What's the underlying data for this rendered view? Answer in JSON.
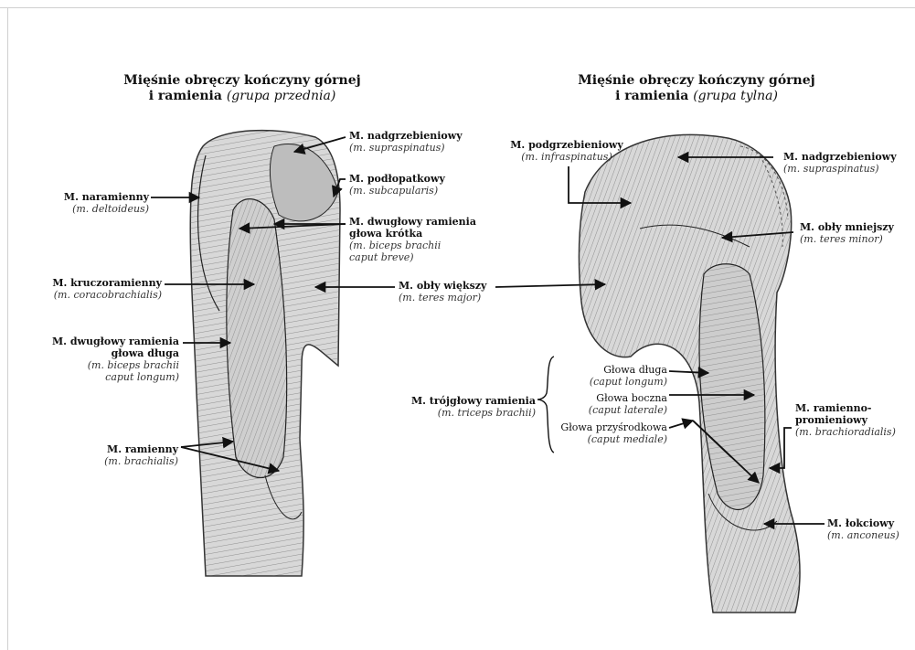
{
  "anterior": {
    "title_line1": "Mięśnie obręczy kończyny górnej",
    "title_line2": "i ramienia",
    "title_sub": "(grupa przednia)",
    "labels": {
      "supraspinatus": {
        "pl": "M. nadgrzebieniowy",
        "la": "(m. supraspinatus)"
      },
      "subscapularis": {
        "pl": "M. podłopatkowy",
        "la": "(m. subcapularis)"
      },
      "biceps_short": {
        "pl1": "M. dwugłowy ramienia",
        "pl2": "głowa krótka",
        "la1": "(m. biceps brachii",
        "la2": "caput breve)"
      },
      "deltoid": {
        "pl": "M. naramienny",
        "la": "(m. deltoideus)"
      },
      "coracobrachialis": {
        "pl": "M. kruczoramienny",
        "la": "(m. coracobrachialis)"
      },
      "teres_major": {
        "pl": "M. obły większy",
        "la": "(m. teres major)"
      },
      "biceps_long": {
        "pl1": "M. dwugłowy ramienia",
        "pl2": "głowa długa",
        "la1": "(m. biceps brachii",
        "la2": "caput longum)"
      },
      "brachialis": {
        "pl": "M. ramienny",
        "la": "(m. brachialis)"
      }
    }
  },
  "posterior": {
    "title_line1": "Mięśnie obręczy kończyny górnej",
    "title_line2": "i ramienia",
    "title_sub": "(grupa tylna)",
    "labels": {
      "infraspinatus": {
        "pl": "M. podgrzebieniowy",
        "la": "(m. infraspinatus)"
      },
      "supraspinatus": {
        "pl": "M. nadgrzebieniowy",
        "la": "(m. supraspinatus)"
      },
      "teres_minor": {
        "pl": "M. obły mniejszy",
        "la": "(m. teres minor)"
      },
      "triceps": {
        "pl": "M. trójgłowy ramienia",
        "la": "(m. triceps brachii)"
      },
      "head_long": {
        "pl": "Głowa długa",
        "la": "(caput longum)"
      },
      "head_lateral": {
        "pl": "Głowa boczna",
        "la": "(caput laterale)"
      },
      "head_medial": {
        "pl": "Głowa przyśrodkowa",
        "la": "(caput mediale)"
      },
      "brachioradialis": {
        "pl1": "M. ramienno-",
        "pl2": "promieniowy",
        "la": "(m. brachioradialis)"
      },
      "anconeus": {
        "pl": "M. łokciowy",
        "la": "(m. anconeus)"
      }
    }
  }
}
